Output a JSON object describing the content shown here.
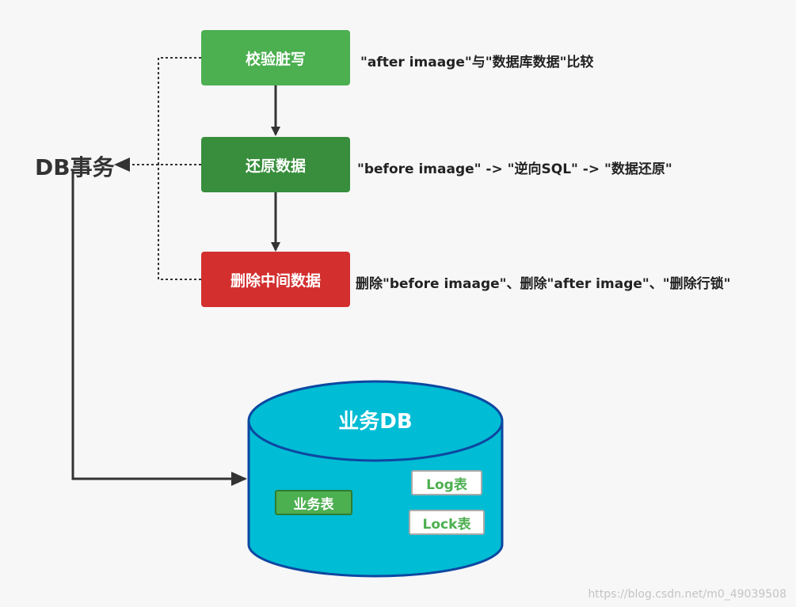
{
  "db_transaction_label": "DB事务",
  "steps": [
    {
      "label": "校验脏写",
      "color": "#4caf50",
      "note": "\"after imaage\"与\"数据库数据\"比较"
    },
    {
      "label": "还原数据",
      "color": "#388e3c",
      "note": "\"before imaage\" -> \"逆向SQL\" -> \"数据还原\""
    },
    {
      "label": "删除中间数据",
      "color": "#d32f2f",
      "note": "删除\"before imaage\"、删除\"after image\"、\"删除行锁\""
    }
  ],
  "database": {
    "title": "业务DB",
    "color": "#00bcd4",
    "tables": {
      "business": "业务表",
      "log": "Log表",
      "lock": "Lock表"
    }
  },
  "watermark": "https://blog.csdn.net/m0_49039508"
}
